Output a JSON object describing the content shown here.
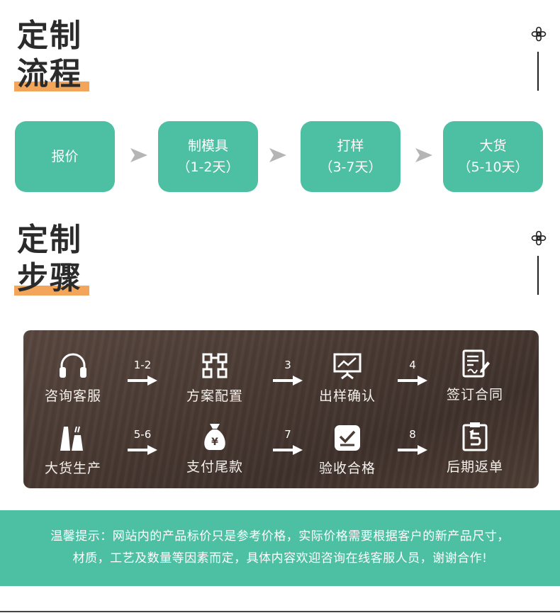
{
  "section1": {
    "title_line1": "定制",
    "title_line2": "流程"
  },
  "process": [
    {
      "name": "报价",
      "duration": ""
    },
    {
      "name": "制模具",
      "duration": "（1-2天）"
    },
    {
      "name": "打样",
      "duration": "（3-7天）"
    },
    {
      "name": "大货",
      "duration": "（5-10天）"
    }
  ],
  "section2": {
    "title_line1": "定制",
    "title_line2": "步骤"
  },
  "steps": [
    {
      "label": "咨询客服",
      "icon": "headset-icon"
    },
    {
      "label": "方案配置",
      "icon": "network-icon"
    },
    {
      "label": "出样确认",
      "icon": "presentation-icon"
    },
    {
      "label": "签订合同",
      "icon": "contract-icon"
    },
    {
      "label": "大货生产",
      "icon": "factory-icon"
    },
    {
      "label": "支付尾款",
      "icon": "money-bag-icon"
    },
    {
      "label": "验收合格",
      "icon": "checkbox-icon"
    },
    {
      "label": "后期返单",
      "icon": "return-order-icon"
    }
  ],
  "step_arrows": [
    "1-2",
    "3",
    "4",
    "5-6",
    "7",
    "8"
  ],
  "notice": {
    "line1": "温馨提示：网站内的产品标价只是参考价格，实际价格需要根据客户的新产品尺寸，",
    "line2": "材质，工艺及数量等因素而定，具体内容欢迎咨询在线客服人员，谢谢合作!"
  },
  "colors": {
    "accent": "#4dbfa2",
    "highlight": "#f3a65a",
    "panel": "#4a3b34",
    "text_dark": "#2b2b2b"
  }
}
